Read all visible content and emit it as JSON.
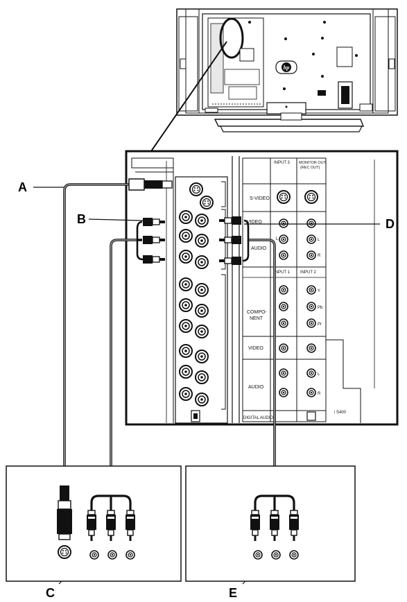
{
  "callouts": {
    "a": "A",
    "b": "B",
    "c": "C",
    "d": "D",
    "e": "E"
  },
  "panel": {
    "svideo": "S-VIDEO",
    "video": "VIDEO",
    "audio": "AUDIO",
    "component": [
      "COMPO-",
      "NENT"
    ],
    "video2": "VIDEO",
    "audio2": "AUDIO",
    "digital_audio": "DIGITAL AUDIO",
    "input3": "INPUT 3",
    "monitor_out": [
      "MONITOR OUT",
      "(REC OUT)"
    ],
    "input1": "INPUT 1",
    "input2": "INPUT 2",
    "l": "L",
    "r": "R",
    "y": "Y",
    "pb": "Pb",
    "pr": "Pr",
    "ilink": "i S400"
  },
  "tv_logo": "hp",
  "icons": {
    "svideo_jack": "svideo-jack-icon",
    "rca_jack": "rca-jack-icon",
    "rca_plug": "rca-plug-icon",
    "svideo_plug": "svideo-plug-icon"
  }
}
